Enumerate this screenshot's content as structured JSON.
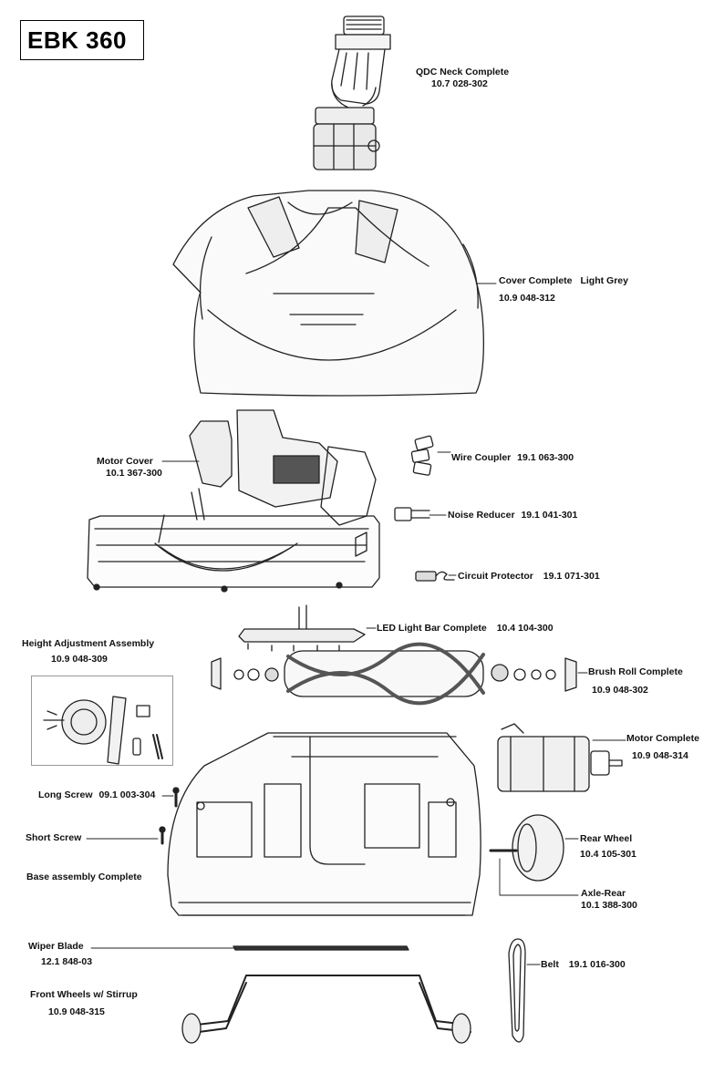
{
  "title": "EBK 360",
  "parts": {
    "qdc_neck": {
      "name": "QDC Neck Complete",
      "number": "10.7 028-302"
    },
    "cover": {
      "name": "Cover Complete",
      "extra": "Light Grey",
      "number": "10.9 048-312"
    },
    "motor_cover": {
      "name": "Motor Cover",
      "number": "10.1 367-300"
    },
    "wire_coupler": {
      "name": "Wire Coupler",
      "number": "19.1 063-300"
    },
    "noise_reducer": {
      "name": "Noise Reducer",
      "number": "19.1 041-301"
    },
    "circuit_protector": {
      "name": "Circuit Protector",
      "number": "19.1 071-301"
    },
    "led_light_bar": {
      "name": "LED Light Bar Complete",
      "number": "10.4 104-300"
    },
    "height_adjustment": {
      "name": "Height Adjustment Assembly",
      "number": "10.9 048-309"
    },
    "brush_roll": {
      "name": "Brush Roll Complete",
      "number": "10.9 048-302"
    },
    "motor": {
      "name": "Motor Complete",
      "number": "10.9 048-314"
    },
    "long_screw": {
      "name": "Long Screw",
      "number": "09.1 003-304"
    },
    "short_screw": {
      "name": "Short Screw"
    },
    "base_assembly": {
      "name": "Base assembly Complete"
    },
    "rear_wheel": {
      "name": "Rear Wheel",
      "number": "10.4 105-301"
    },
    "axle_rear": {
      "name": "Axle-Rear",
      "number": "10.1 388-300"
    },
    "wiper_blade": {
      "name": "Wiper Blade",
      "number": "12.1 848-03"
    },
    "belt": {
      "name": "Belt",
      "number": "19.1 016-300"
    },
    "front_wheels": {
      "name": "Front Wheels w/ Stirrup",
      "number": "10.9 048-315"
    }
  }
}
